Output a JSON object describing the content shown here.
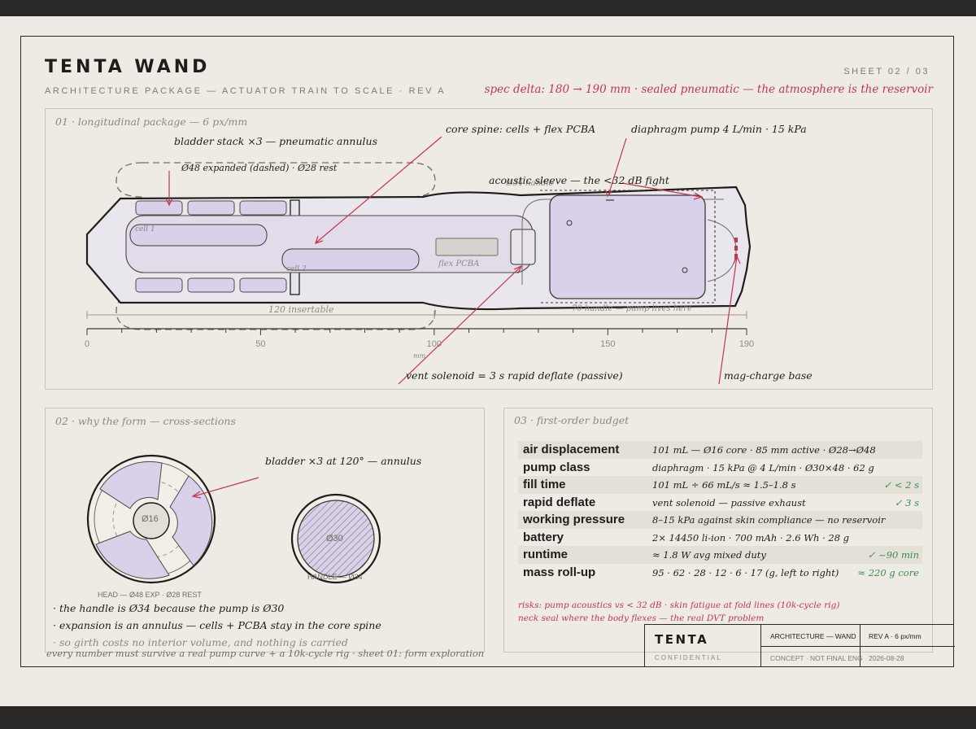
{
  "header": {
    "title": "TENTA WAND",
    "subtitle": "ARCHITECTURE PACKAGE — ACTUATOR TRAIN TO SCALE · REV A",
    "sheet": "SHEET 02 / 03",
    "spec_delta": "spec delta: 180 → 190 mm · sealed pneumatic — the atmosphere is the reservoir"
  },
  "longitudinal": {
    "title": "01 · longitudinal package — 6 px/mm",
    "callouts": {
      "bladder": "bladder stack ×3 — pneumatic annulus",
      "bladder_sub": "Ø48 expanded (dashed) · Ø28 rest",
      "core": "core spine: cells + flex PCBA",
      "pump": "diaphragm pump 4 L/min · 15 kPa",
      "acoustic": "acoustic sleeve — the <32 dB fight",
      "acoustic_overlap": "Ø34 handle",
      "solenoid": "vent solenoid = 3 s rapid deflate (passive)",
      "base": "mag-charge base"
    },
    "labels": {
      "cell1": "cell 1",
      "cell2": "cell 2",
      "flex": "flex PCBA",
      "insertable": "120 insertable",
      "handle": "70 handle — pump lives here",
      "unit": "mm"
    },
    "scale": {
      "ticks": [
        "0",
        "50",
        "100",
        "150",
        "190"
      ],
      "tick_values": [
        0,
        50,
        100,
        150,
        190
      ],
      "max_mm": 190
    }
  },
  "sections": {
    "title": "02 · why the form — cross-sections",
    "callout": "bladder ×3 at 120° — annulus",
    "head_core": "Ø16",
    "head_caption": "HEAD — Ø48 EXP · Ø28 REST",
    "handle_core": "Ø30",
    "handle_caption": "HANDLE — Ø34",
    "bullets": [
      "· the handle is Ø34 because the pump is Ø30",
      "· expansion is an annulus — cells + PCBA stay in the core spine",
      "· so girth costs no interior volume, and nothing is carried"
    ]
  },
  "budget": {
    "title": "03 · first-order budget",
    "rows": [
      {
        "label": "air displacement",
        "value": "101 mL — Ø16 core · 85 mm active · Ø28→Ø48",
        "check": ""
      },
      {
        "label": "pump class",
        "value": "diaphragm · 15 kPa @ 4 L/min · Ø30×48 · 62 g",
        "check": ""
      },
      {
        "label": "fill time",
        "value": "101 mL ÷ 66 mL/s ≈ 1.5–1.8 s",
        "check": "✓ < 2 s"
      },
      {
        "label": "rapid deflate",
        "value": "vent solenoid — passive exhaust",
        "check": "✓ 3 s"
      },
      {
        "label": "working pressure",
        "value": "8–15 kPa against skin compliance — no reservoir",
        "check": ""
      },
      {
        "label": "battery",
        "value": "2× 14450 li-ion · 700 mAh · 2.6 Wh · 28 g",
        "check": ""
      },
      {
        "label": "runtime",
        "value": "≈ 1.8 W avg mixed duty",
        "check": "✓ ~90 min"
      },
      {
        "label": "mass roll-up",
        "value": "95 · 62 · 28 · 12 · 6 · 17 (g, left to right)",
        "check": "≈ 220 g core"
      }
    ],
    "risks": [
      "risks: pump acoustics vs < 32 dB · skin fatigue at fold lines (10k-cycle rig)",
      "neck seal where the body flexes — the real DVT problem"
    ]
  },
  "footer": "every number must survive a real pump curve + a 10k-cycle rig · sheet 01: form exploration",
  "title_block": {
    "brand": "TENTA",
    "confidential": "CONFIDENTIAL",
    "doc": "ARCHITECTURE — WAND",
    "rev": "REV A · 6 px/mm",
    "status": "CONCEPT · NOT FINAL ENG",
    "date": "2026-08-28"
  },
  "colors": {
    "paper": "#eeebe4",
    "ink": "#1e1d1b",
    "accent": "#c2364f",
    "lavender": "#d9d1ea",
    "ok": "#3f8a4c"
  }
}
